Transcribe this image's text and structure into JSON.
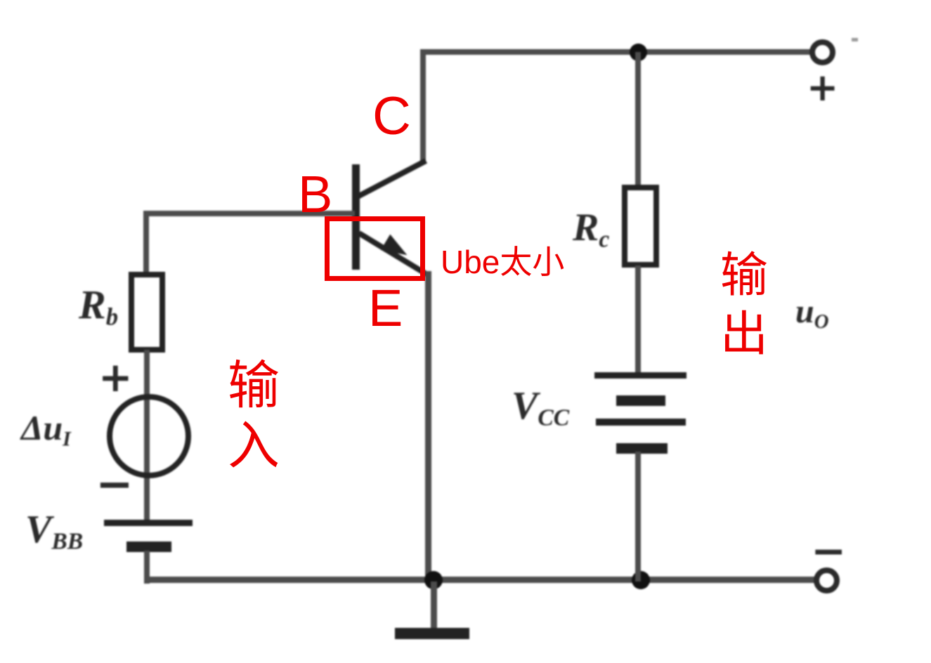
{
  "figure": {
    "kind": "common-emitter transistor amplifier schematic",
    "annotation_color": "#ee0000",
    "wire_color": "#4c4c4c",
    "component_color": "#232323"
  },
  "transistor": {
    "collector_label": "C",
    "base_label": "B",
    "emitter_label": "E",
    "note": "Ube太小"
  },
  "io": {
    "input_vertical": [
      "输",
      "入"
    ],
    "output_vertical": [
      "输",
      "出"
    ]
  },
  "components": {
    "rb": {
      "sym": "R",
      "sub": "b"
    },
    "rc": {
      "sym": "R",
      "sub": "c"
    },
    "vbb": {
      "sym": "V",
      "sub": "BB"
    },
    "vcc": {
      "sym": "V",
      "sub": "CC"
    },
    "dui": {
      "sym": "Δu",
      "sub": "I"
    },
    "uo": {
      "sym": "u",
      "sub": "O"
    }
  },
  "signs": {
    "src_plus": "+",
    "src_minus": "−",
    "out_plus": "+",
    "out_minus": "−"
  }
}
